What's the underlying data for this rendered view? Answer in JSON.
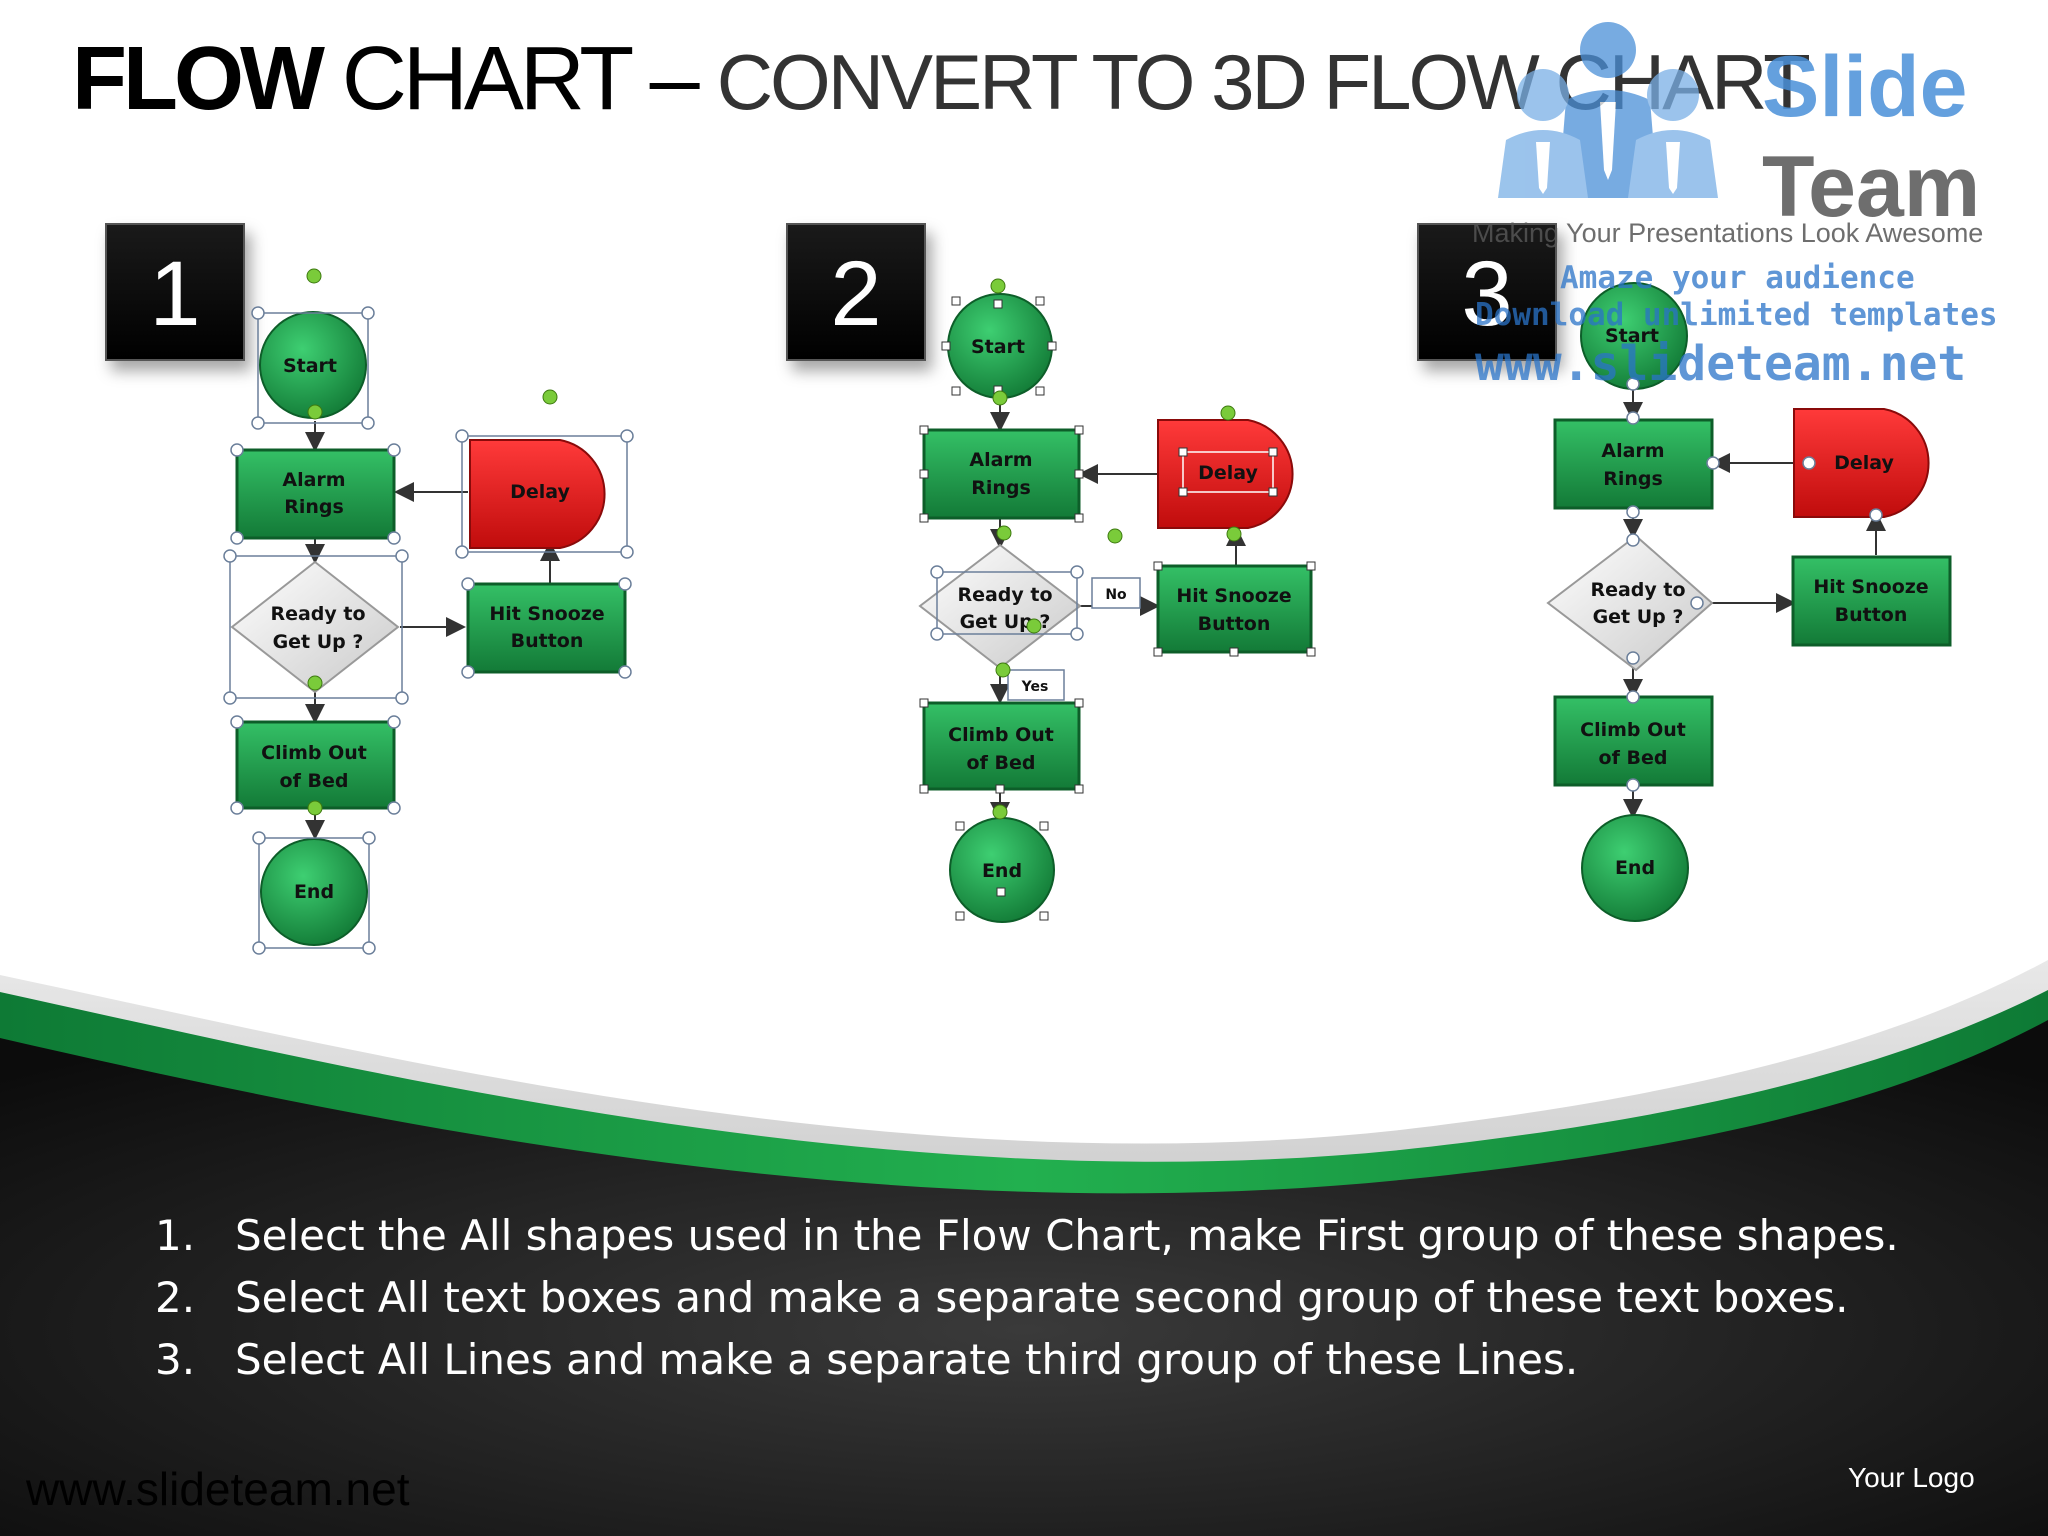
{
  "title": {
    "bold": "FLOW",
    "rest": " CHART – ",
    "sub": "CONVERT TO 3D FLOW CHART"
  },
  "steps": [
    "1",
    "2",
    "3"
  ],
  "flowchart": {
    "start": "Start",
    "alarm": [
      "Alarm",
      "Rings"
    ],
    "delay": "Delay",
    "decision": [
      "Ready to",
      "Get Up ?"
    ],
    "snooze": [
      "Hit Snooze",
      "Button"
    ],
    "climb": [
      "Climb Out",
      "of Bed"
    ],
    "end": "End",
    "label_no": "No",
    "label_yes": "Yes"
  },
  "instructions": [
    {
      "num": "1.",
      "text": "Select the All shapes used in the Flow Chart, make First group of these shapes."
    },
    {
      "num": "2.",
      "text": "Select All text boxes  and make a separate second group of these text  boxes."
    },
    {
      "num": "3.",
      "text": "Select All Lines and make a separate third group of these Lines."
    }
  ],
  "footer": {
    "url": "www.slideteam.net",
    "logo": "Your Logo"
  },
  "brand": {
    "name1": "Slide",
    "name2": "Team",
    "tagline": "Making Your Presentations Look Awesome",
    "line1": "Amaze your audience",
    "line2": "Download unlimited templates",
    "line3": "www.slideteam.net"
  },
  "colors": {
    "green": "#1f9a4a",
    "red": "#e01e1e",
    "dark": "#1a1a1a",
    "accent": "#22a94f"
  }
}
